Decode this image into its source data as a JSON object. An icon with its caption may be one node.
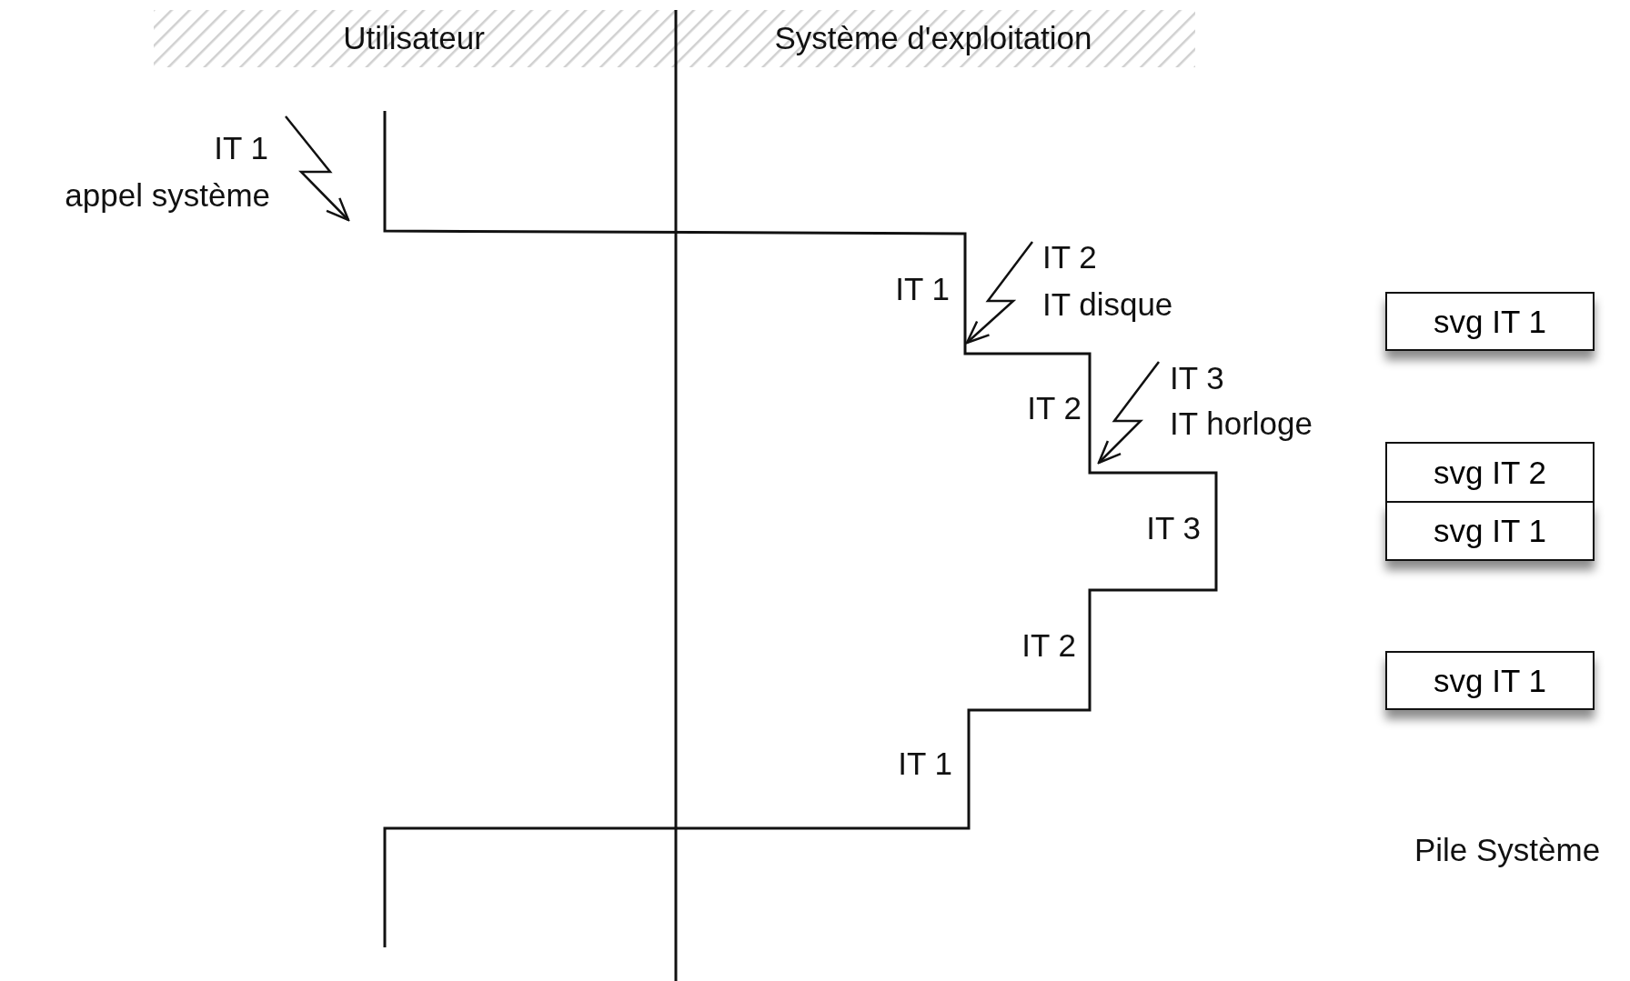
{
  "diagram": {
    "nodes": [
      {
        "text": [
          "svg IT 1"
        ]
      },
      {
        "text": [
          "svg IT 2"
        ]
      },
      {
        "text": [
          "svg IT 1"
        ]
      },
      {
        "text": [
          "svg IT 1"
        ]
      }
    ],
    "edges": [],
    "labels": [
      "Utilisateur",
      "Système d'exploitation",
      "IT 1",
      "appel système",
      "IT 2",
      "IT disque",
      "IT 1",
      "IT 3",
      "IT horloge",
      "IT 2",
      "IT 3",
      "IT 2",
      "IT 1",
      "Pile Système"
    ]
  }
}
